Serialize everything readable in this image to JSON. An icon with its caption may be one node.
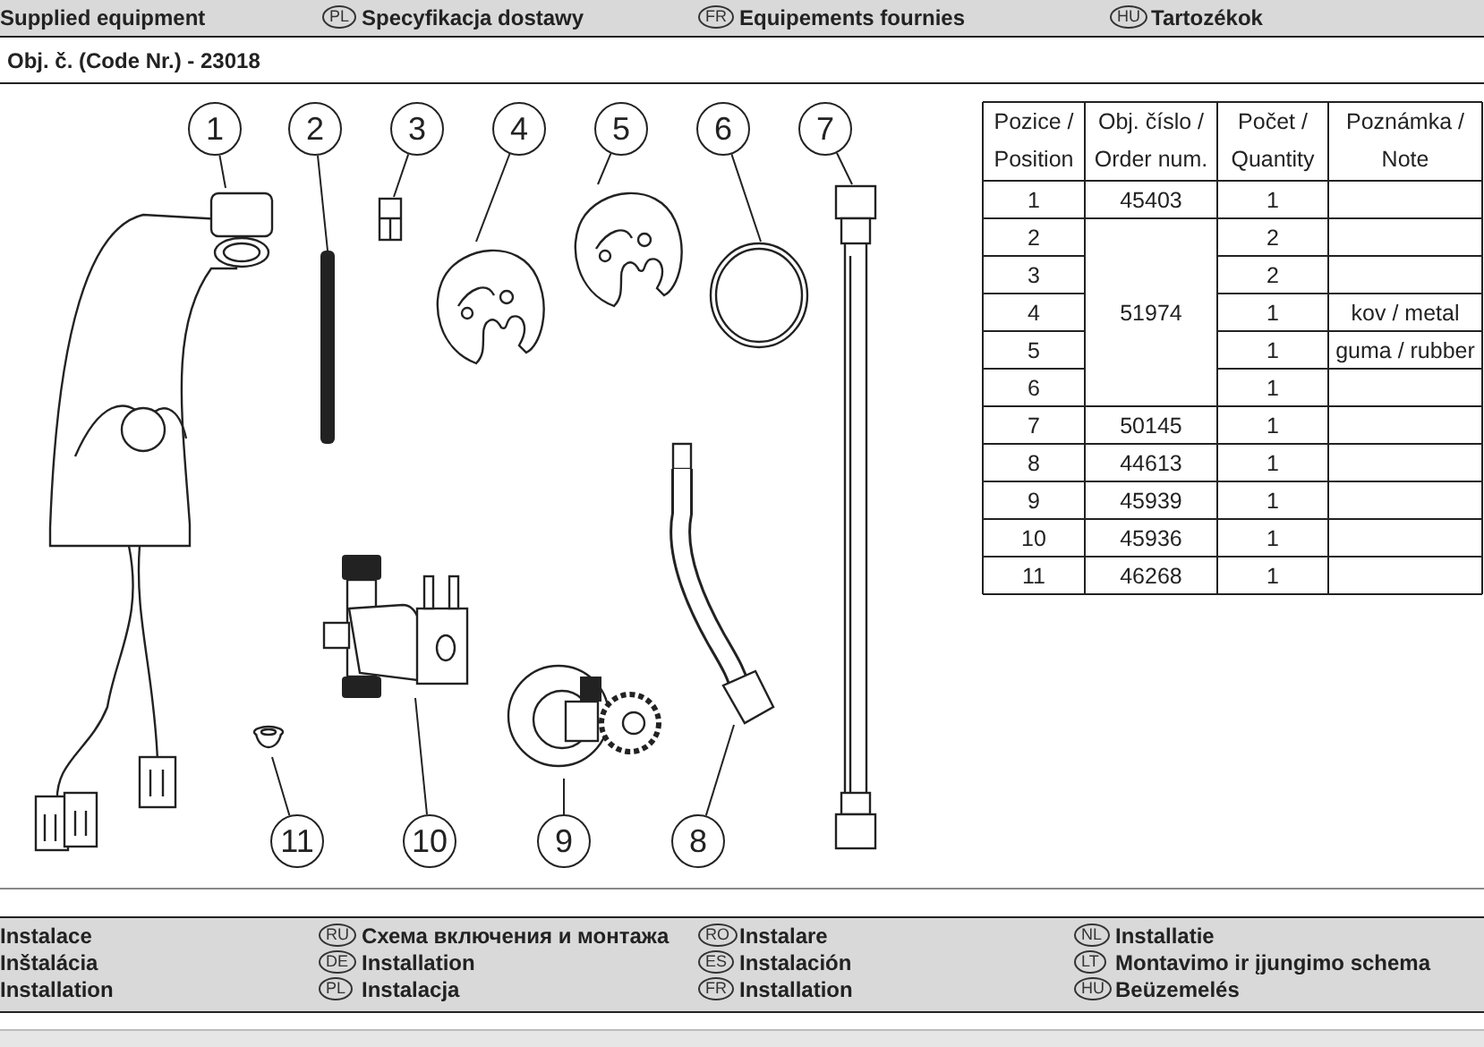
{
  "diagram": {
    "nodes": [
      {
        "text": [
          "1"
        ]
      },
      {
        "text": [
          "2"
        ]
      },
      {
        "text": [
          "3"
        ]
      },
      {
        "text": [
          "4"
        ]
      },
      {
        "text": [
          "5"
        ]
      },
      {
        "text": [
          "6"
        ]
      },
      {
        "text": [
          "7"
        ]
      },
      {
        "text": [
          "11"
        ]
      },
      {
        "text": [
          "10"
        ]
      },
      {
        "text": [
          "9"
        ]
      },
      {
        "text": [
          "8"
        ]
      },
      {
        "text": [],
        "shape": "picture"
      },
      {
        "text": [],
        "shape": "bar"
      },
      {
        "text": [],
        "shape": "picture"
      },
      {
        "text": [],
        "shape": "picture"
      },
      {
        "text": [],
        "shape": "picture"
      },
      {
        "text": [],
        "shape": "picture"
      },
      {
        "text": [],
        "shape": "picture"
      },
      {
        "text": [],
        "shape": "picture"
      },
      {
        "text": [],
        "shape": "picture"
      },
      {
        "text": [],
        "shape": "picture"
      },
      {
        "text": [],
        "shape": "picture"
      }
    ],
    "edges": [
      {
        "from": 0,
        "to": 11,
        "arrow": "none"
      },
      {
        "from": 1,
        "to": 12,
        "arrow": "none"
      },
      {
        "from": 2,
        "to": 13,
        "arrow": "none"
      },
      {
        "from": 3,
        "to": 14,
        "arrow": "none"
      },
      {
        "from": 4,
        "to": 15,
        "arrow": "none"
      },
      {
        "from": 5,
        "to": 16,
        "arrow": "none"
      },
      {
        "from": 6,
        "to": 17,
        "arrow": "none"
      },
      {
        "from": 7,
        "to": 21,
        "arrow": "none"
      },
      {
        "from": 8,
        "to": 20,
        "arrow": "none"
      },
      {
        "from": 9,
        "to": 19,
        "arrow": "none"
      },
      {
        "from": 10,
        "to": 18,
        "arrow": "none"
      }
    ],
    "labels": [
      "Supplied equipment",
      "PL",
      "Specyfikacja dostawy",
      "FR",
      "Equipements fournies",
      "HU",
      "Tartozékok",
      "Obj. č. (Code Nr.) - 23018",
      "Pozice / Position",
      "Obj. číslo / Order num.",
      "Počet / Quantity",
      "Poznámka / Note",
      "1",
      "45403",
      "1",
      "2",
      "51974",
      "2",
      "3",
      "2",
      "4",
      "1",
      "kov / metal",
      "5",
      "1",
      "guma / rubber",
      "6",
      "1",
      "7",
      "50145",
      "1",
      "8",
      "44613",
      "1",
      "9",
      "45939",
      "1",
      "10",
      "45936",
      "1",
      "11",
      "46268",
      "1",
      "Instalace",
      "RU",
      "Схема включения и монтажа",
      "RO",
      "Instalare",
      "NL",
      "Installatie",
      "Inštalácia",
      "DE",
      "Installation",
      "ES",
      "Instalación",
      "LT",
      "Montavimo ir įjungimo schema",
      "Installation",
      "PL",
      "Instalacja",
      "FR",
      "Installation",
      "HU",
      "Beüzemelés"
    ]
  }
}
